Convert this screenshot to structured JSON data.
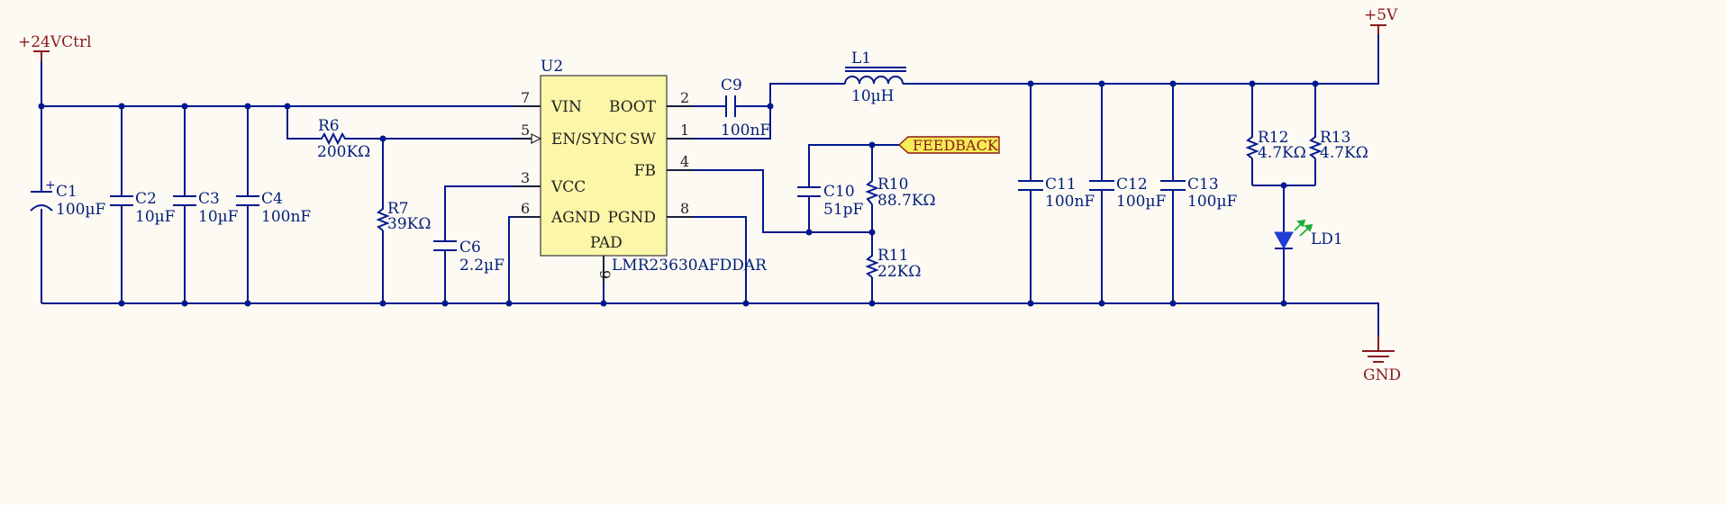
{
  "power": {
    "vin": "+24VCtrl",
    "vout": "+5V",
    "gnd": "GND"
  },
  "ic": {
    "ref": "U2",
    "part": "LMR23630AFDDAR",
    "pins": {
      "vin": "VIN",
      "en": "EN/SYNC",
      "vcc": "VCC",
      "agnd": "AGND",
      "boot": "BOOT",
      "sw": "SW",
      "fb": "FB",
      "pgnd": "PGND",
      "pad": "PAD"
    },
    "pin_numbers": {
      "vin": "7",
      "en": "5",
      "vcc": "3",
      "agnd": "6",
      "boot": "2",
      "sw": "1",
      "fb": "4",
      "pgnd": "8",
      "pad": "9"
    }
  },
  "net_label": "FEEDBACK",
  "components": [
    {
      "ref": "C1",
      "value": "100µF"
    },
    {
      "ref": "C2",
      "value": "10µF"
    },
    {
      "ref": "C3",
      "value": "10µF"
    },
    {
      "ref": "C4",
      "value": "100nF"
    },
    {
      "ref": "R6",
      "value": "200KΩ"
    },
    {
      "ref": "R7",
      "value": "39KΩ"
    },
    {
      "ref": "C6",
      "value": "2.2µF"
    },
    {
      "ref": "C9",
      "value": "100nF"
    },
    {
      "ref": "L1",
      "value": "10µH"
    },
    {
      "ref": "C10",
      "value": "51pF"
    },
    {
      "ref": "R10",
      "value": "88.7KΩ"
    },
    {
      "ref": "R11",
      "value": "22KΩ"
    },
    {
      "ref": "C11",
      "value": "100nF"
    },
    {
      "ref": "C12",
      "value": "100µF"
    },
    {
      "ref": "C13",
      "value": "100µF"
    },
    {
      "ref": "R12",
      "value": "4.7KΩ"
    },
    {
      "ref": "R13",
      "value": "4.7KΩ"
    },
    {
      "ref": "LD1",
      "value": ""
    }
  ],
  "colors": {
    "wire": "#00198f",
    "power": "#8b1a1a",
    "ic_fill": "#fcf6a8",
    "net_label_fill": "#f5ec56",
    "led": "#1e3cd6",
    "led_arrows": "#1fae3a",
    "background": "#fdf9f3"
  }
}
